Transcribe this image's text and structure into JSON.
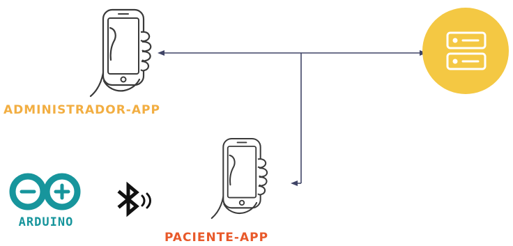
{
  "colors": {
    "line": "#3f4466",
    "phone_stroke": "#3a3a3a",
    "admin_label": "#f2ae42",
    "paciente_label": "#e8592a",
    "server_circle": "#f4c843",
    "server_icon": "#ffffff",
    "arduino": "#17959c",
    "bluetooth": "#111111"
  },
  "nodes": {
    "admin": {
      "label": "ADMINISTRADOR-APP",
      "icon": "hand-phone-icon"
    },
    "paciente": {
      "label": "PACIENTE-APP",
      "icon": "hand-phone-icon"
    },
    "server": {
      "icon": "server-icon"
    },
    "arduino": {
      "label": "ARDUINO",
      "icon": "arduino-logo-icon"
    },
    "bluetooth": {
      "icon": "bluetooth-icon"
    }
  }
}
